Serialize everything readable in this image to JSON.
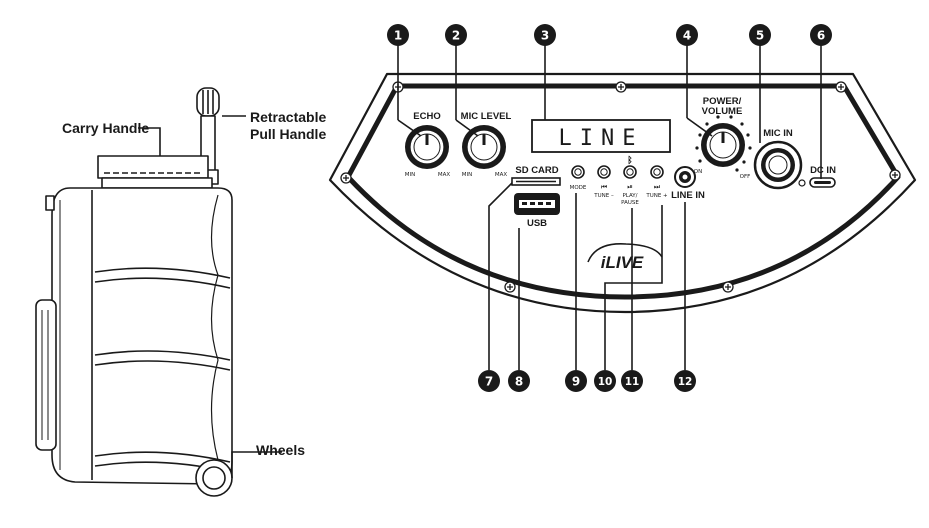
{
  "side_view": {
    "labels": {
      "carry_handle": "Carry Handle",
      "pull_handle_line1": "Retractable",
      "pull_handle_line2": "Pull Handle",
      "wheels": "Wheels"
    }
  },
  "panel": {
    "display_text": "LINE",
    "brand": "iLIVE",
    "labels": {
      "echo": "ECHO",
      "mic_level": "MIC LEVEL",
      "power_volume_1": "POWER/",
      "power_volume_2": "VOLUME",
      "mic_in": "MIC IN",
      "dc_in": "DC IN",
      "sd_card": "SD CARD",
      "usb": "USB",
      "mode": "MODE",
      "tune_minus": "TUNE –",
      "play_pause_1": "PLAY/",
      "play_pause_2": "PAUSE",
      "tune_plus": "TUNE +",
      "line_in": "LINE IN",
      "min": "MIN",
      "max": "MAX",
      "on": "ON",
      "off": "OFF"
    },
    "glyphs": {
      "prev": "⏮",
      "play": "⏯",
      "next": "⏭",
      "bluetooth": "ᛒ"
    }
  },
  "callouts": {
    "c1": "1",
    "c2": "2",
    "c3": "3",
    "c4": "4",
    "c5": "5",
    "c6": "6",
    "c7": "7",
    "c8": "8",
    "c9": "9",
    "c10": "10",
    "c11": "11",
    "c12": "12"
  },
  "colors": {
    "ink": "#1a1a1a",
    "panel_fill": "#ffffff",
    "badge": "#1a1a1a"
  }
}
